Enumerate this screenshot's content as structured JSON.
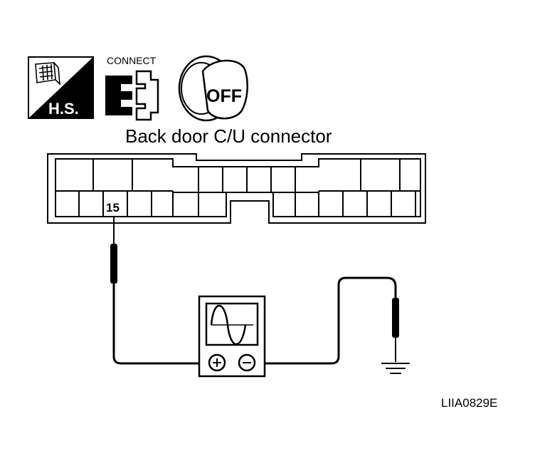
{
  "icons": {
    "harness_side_label": "H.S.",
    "connect_label": "CONNECT",
    "ignition_label": "OFF"
  },
  "connector": {
    "title": "Back door C/U connector",
    "pin_label": "15"
  },
  "reference_code": "LIIA0829E",
  "colors": {
    "line": "#000000",
    "background": "#ffffff"
  }
}
